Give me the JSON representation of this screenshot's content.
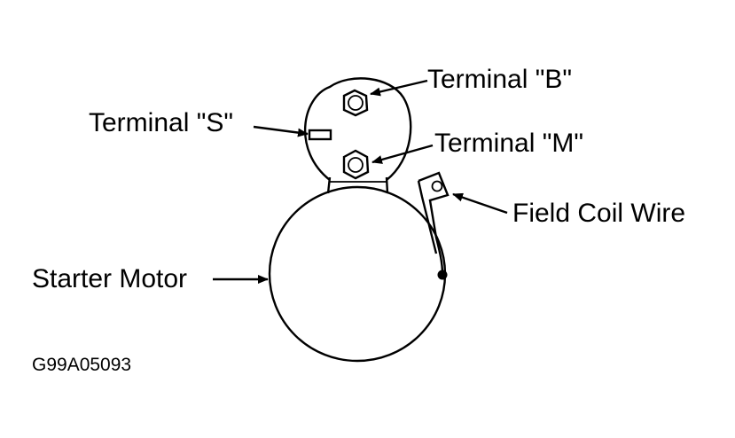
{
  "labels": {
    "terminal_b": "Terminal \"B\"",
    "terminal_s": "Terminal \"S\"",
    "terminal_m": "Terminal \"M\"",
    "field_coil_wire": "Field Coil Wire",
    "starter_motor": "Starter Motor"
  },
  "figure_code": "G99A05093"
}
